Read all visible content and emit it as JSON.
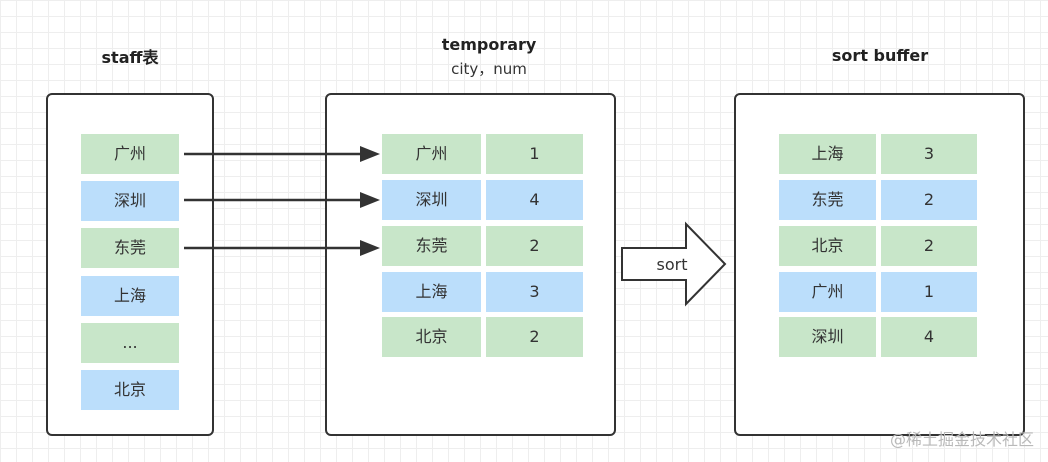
{
  "staff": {
    "title": "staff表",
    "rows": [
      "广州",
      "深圳",
      "东莞",
      "上海",
      "...",
      "北京"
    ]
  },
  "temporary": {
    "title": "temporary",
    "subtitle": "city，num",
    "rows": [
      {
        "city": "广州",
        "num": "1"
      },
      {
        "city": "深圳",
        "num": "4"
      },
      {
        "city": "东莞",
        "num": "2"
      },
      {
        "city": "上海",
        "num": "3"
      },
      {
        "city": "北京",
        "num": "2"
      }
    ]
  },
  "sort_buffer": {
    "title": "sort buffer",
    "rows": [
      {
        "city": "上海",
        "num": "3"
      },
      {
        "city": "东莞",
        "num": "2"
      },
      {
        "city": "北京",
        "num": "2"
      },
      {
        "city": "广州",
        "num": "1"
      },
      {
        "city": "深圳",
        "num": "4"
      }
    ]
  },
  "sort_arrow": {
    "label": "sort"
  },
  "watermark": "@稀土掘金技术社区",
  "colors": {
    "green": "#c8e6c9",
    "blue": "#bbdefb",
    "border": "#333333"
  }
}
